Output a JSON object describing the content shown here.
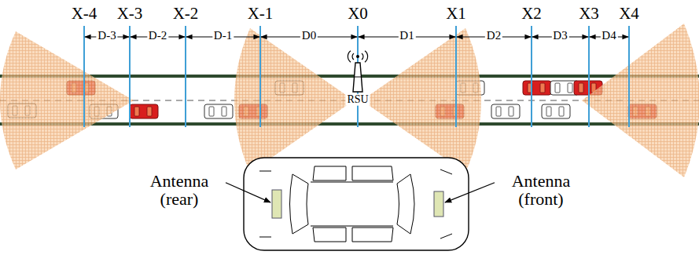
{
  "diagram": {
    "labels": [
      "X-4",
      "X-3",
      "X-2",
      "X-1",
      "X0",
      "X1",
      "X2",
      "X3",
      "X4",
      "D-3",
      "D-2",
      "D-1",
      "D0",
      "D1",
      "D2",
      "D3",
      "D4",
      "RSU",
      "Antenna (rear)",
      "Antenna (front)"
    ]
  }
}
